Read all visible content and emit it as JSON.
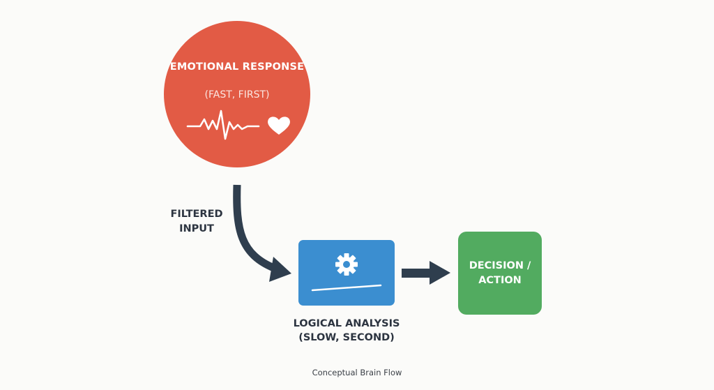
{
  "diagram": {
    "caption": "Conceptual Brain Flow",
    "nodes": {
      "emotional": {
        "title": "EMOTIONAL RESPONSE",
        "subtitle": "(FAST, FIRST)",
        "icons": [
          "heartbeat-icon",
          "heart-icon"
        ],
        "color": "#e25b45"
      },
      "logical": {
        "title": "LOGICAL ANALYSIS",
        "subtitle": "(SLOW, SECOND)",
        "icons": [
          "gear-icon"
        ],
        "color": "#3b8ed0"
      },
      "decision": {
        "title": "DECISION / ACTION",
        "color": "#52ab60"
      }
    },
    "edges": [
      {
        "from": "emotional",
        "to": "logical",
        "label": "FILTERED INPUT"
      },
      {
        "from": "logical",
        "to": "decision",
        "label": ""
      }
    ],
    "arrow_color": "#2f3e4e",
    "text_color": "#2c3440"
  }
}
